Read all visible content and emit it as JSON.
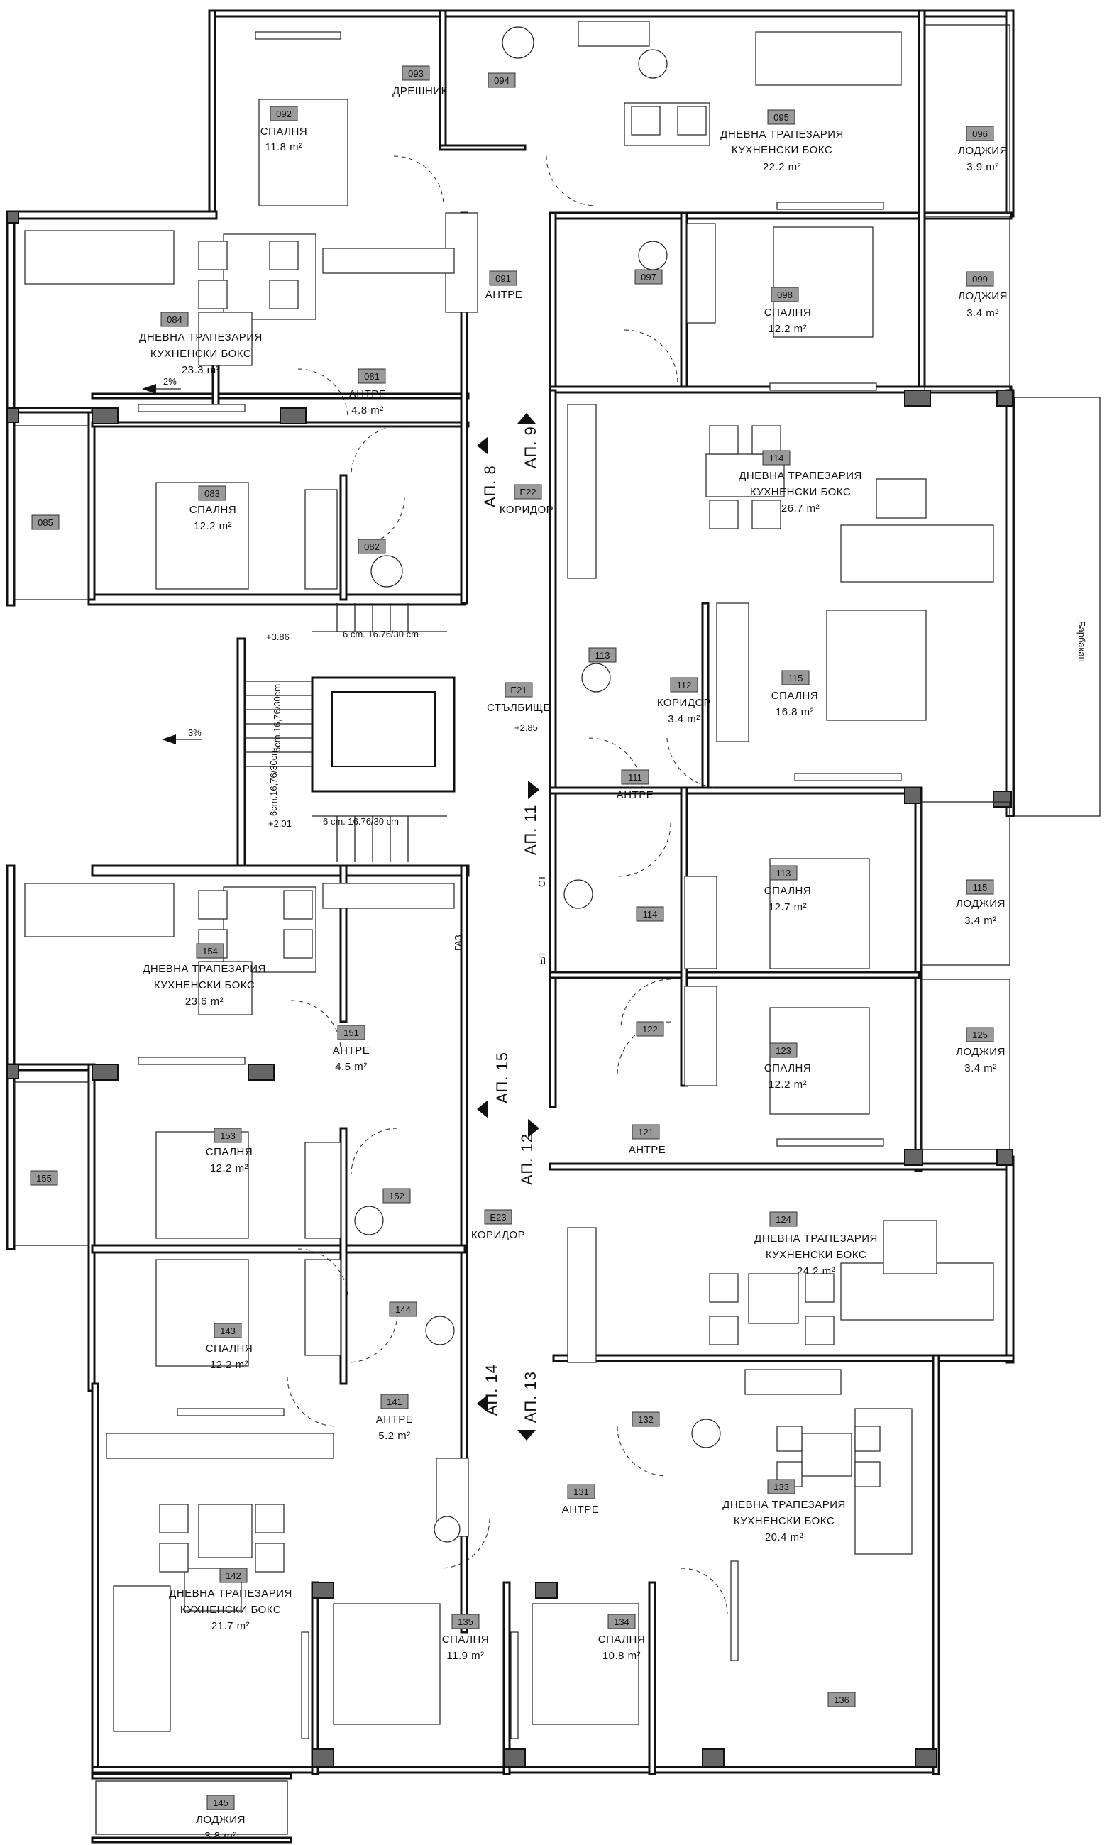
{
  "rooms": [
    {
      "id": "r092",
      "num": "092",
      "name": "СПАЛНЯ",
      "area": "11.8 m²"
    },
    {
      "id": "r093",
      "num": "093",
      "name": "ДРЕШНИК",
      "area": ""
    },
    {
      "id": "r094",
      "num": "094",
      "name": "",
      "area": ""
    },
    {
      "id": "r095",
      "num": "095",
      "name": "ДНЕВНА ТРАПЕЗАРИЯ",
      "name2": "КУХНЕНСКИ БОКС",
      "area": "22.2 m²"
    },
    {
      "id": "r096",
      "num": "096",
      "name": "ЛОДЖИЯ",
      "area": "3.9 m²"
    },
    {
      "id": "r084",
      "num": "084",
      "name": "ДНЕВНА ТРАПЕЗАРИЯ",
      "name2": "КУХНЕНСКИ БОКС",
      "area": "23.3 m²"
    },
    {
      "id": "r091",
      "num": "091",
      "name": "АНТРЕ",
      "area": ""
    },
    {
      "id": "r097",
      "num": "097",
      "name": "",
      "area": ""
    },
    {
      "id": "r098",
      "num": "098",
      "name": "СПАЛНЯ",
      "area": "12.2 m²"
    },
    {
      "id": "r099",
      "num": "099",
      "name": "ЛОДЖИЯ",
      "area": "3.4 m²"
    },
    {
      "id": "r081",
      "num": "081",
      "name": "АНТРЕ",
      "area": "4.8 m²"
    },
    {
      "id": "r083",
      "num": "083",
      "name": "СПАЛНЯ",
      "area": "12.2 m²"
    },
    {
      "id": "r082",
      "num": "082",
      "name": "",
      "area": ""
    },
    {
      "id": "r085",
      "num": "085",
      "name": "",
      "area": ""
    },
    {
      "id": "r114",
      "num": "114",
      "name": "ДНЕВНА ТРАПЕЗАРИЯ",
      "name2": "КУХНЕНСКИ БОКС",
      "area": "26.7 m²"
    },
    {
      "id": "rE22",
      "num": "E22",
      "name": "КОРИДОР",
      "area": ""
    },
    {
      "id": "r113a",
      "num": "113",
      "name": "",
      "area": ""
    },
    {
      "id": "r112",
      "num": "112",
      "name": "КОРИДОР",
      "area": "3.4 m²"
    },
    {
      "id": "r115a",
      "num": "115",
      "name": "СПАЛНЯ",
      "area": "16.8 m²"
    },
    {
      "id": "rE21",
      "num": "E21",
      "name": "СТЪЛБИЩЕ",
      "area": ""
    },
    {
      "id": "r111",
      "num": "111",
      "name": "АНТРЕ",
      "area": ""
    },
    {
      "id": "r114b",
      "num": "114",
      "name": "",
      "area": ""
    },
    {
      "id": "r113b",
      "num": "113",
      "name": "СПАЛНЯ",
      "area": "12.7 m²"
    },
    {
      "id": "r115b",
      "num": "115",
      "name": "ЛОДЖИЯ",
      "area": "3.4 m²"
    },
    {
      "id": "r122",
      "num": "122",
      "name": "",
      "area": ""
    },
    {
      "id": "r123",
      "num": "123",
      "name": "СПАЛНЯ",
      "area": "12.2 m²"
    },
    {
      "id": "r125",
      "num": "125",
      "name": "ЛОДЖИЯ",
      "area": "3.4 m²"
    },
    {
      "id": "r154",
      "num": "154",
      "name": "ДНЕВНА ТРАПЕЗАРИЯ",
      "name2": "КУХНЕНСКИ БОКС",
      "area": "23.6 m²"
    },
    {
      "id": "r151",
      "num": "151",
      "name": "АНТРЕ",
      "area": "4.5 m²"
    },
    {
      "id": "r121",
      "num": "121",
      "name": "АНТРЕ",
      "area": ""
    },
    {
      "id": "r153",
      "num": "153",
      "name": "СПАЛНЯ",
      "area": "12.2 m²"
    },
    {
      "id": "r155",
      "num": "155",
      "name": "",
      "area": ""
    },
    {
      "id": "r152",
      "num": "152",
      "name": "",
      "area": ""
    },
    {
      "id": "rE23",
      "num": "E23",
      "name": "КОРИДОР",
      "area": ""
    },
    {
      "id": "r124",
      "num": "124",
      "name": "ДНЕВНА ТРАПЕЗАРИЯ",
      "name2": "КУХНЕНСКИ БОКС",
      "area": "24.2 m²"
    },
    {
      "id": "r143",
      "num": "143",
      "name": "СПАЛНЯ",
      "area": "12.2 m²"
    },
    {
      "id": "r144",
      "num": "144",
      "name": "",
      "area": ""
    },
    {
      "id": "r141",
      "num": "141",
      "name": "АНТРЕ",
      "area": "5.2 m²"
    },
    {
      "id": "r132",
      "num": "132",
      "name": "",
      "area": ""
    },
    {
      "id": "r131",
      "num": "131",
      "name": "АНТРЕ",
      "area": ""
    },
    {
      "id": "r133",
      "num": "133",
      "name": "ДНЕВНА ТРАПЕЗАРИЯ",
      "name2": "КУХНЕНСКИ БОКС",
      "area": "20.4 m²"
    },
    {
      "id": "r142",
      "num": "142",
      "name": "ДНЕВНА ТРАПЕЗАРИЯ",
      "name2": "КУХНЕНСКИ БОКС",
      "area": "21.7 m²"
    },
    {
      "id": "r135",
      "num": "135",
      "name": "СПАЛНЯ",
      "area": "11.9 m²"
    },
    {
      "id": "r134",
      "num": "134",
      "name": "СПАЛНЯ",
      "area": "10.8 m²"
    },
    {
      "id": "r136",
      "num": "136",
      "name": "",
      "area": ""
    },
    {
      "id": "r145",
      "num": "145",
      "name": "ЛОДЖИЯ",
      "area": "3.8 m²"
    }
  ],
  "apartments": [
    {
      "id": "a8",
      "label": "АП. 8"
    },
    {
      "id": "a9",
      "label": "АП. 9"
    },
    {
      "id": "a11",
      "label": "АП. 11"
    },
    {
      "id": "a15",
      "label": "АП. 15"
    },
    {
      "id": "a12",
      "label": "АП. 12"
    },
    {
      "id": "a14",
      "label": "АП. 14"
    },
    {
      "id": "a13",
      "label": "АП. 13"
    }
  ],
  "notes": {
    "slope1": "2%",
    "slope2": "3%",
    "level1": "+3.86",
    "level2": "+2.85",
    "level3": "+2.01",
    "stair_top": "6 cm. 16.76/30 cm",
    "stair_bottom": "6 cm. 16.76/30 cm",
    "stair_side1": "6cm.16,76/30cm",
    "stair_side2": "6cm.16,76/30cm",
    "gas": "ГАЗ",
    "bar": "Барбакан",
    "st": "СТ",
    "el": "ЕЛ"
  }
}
